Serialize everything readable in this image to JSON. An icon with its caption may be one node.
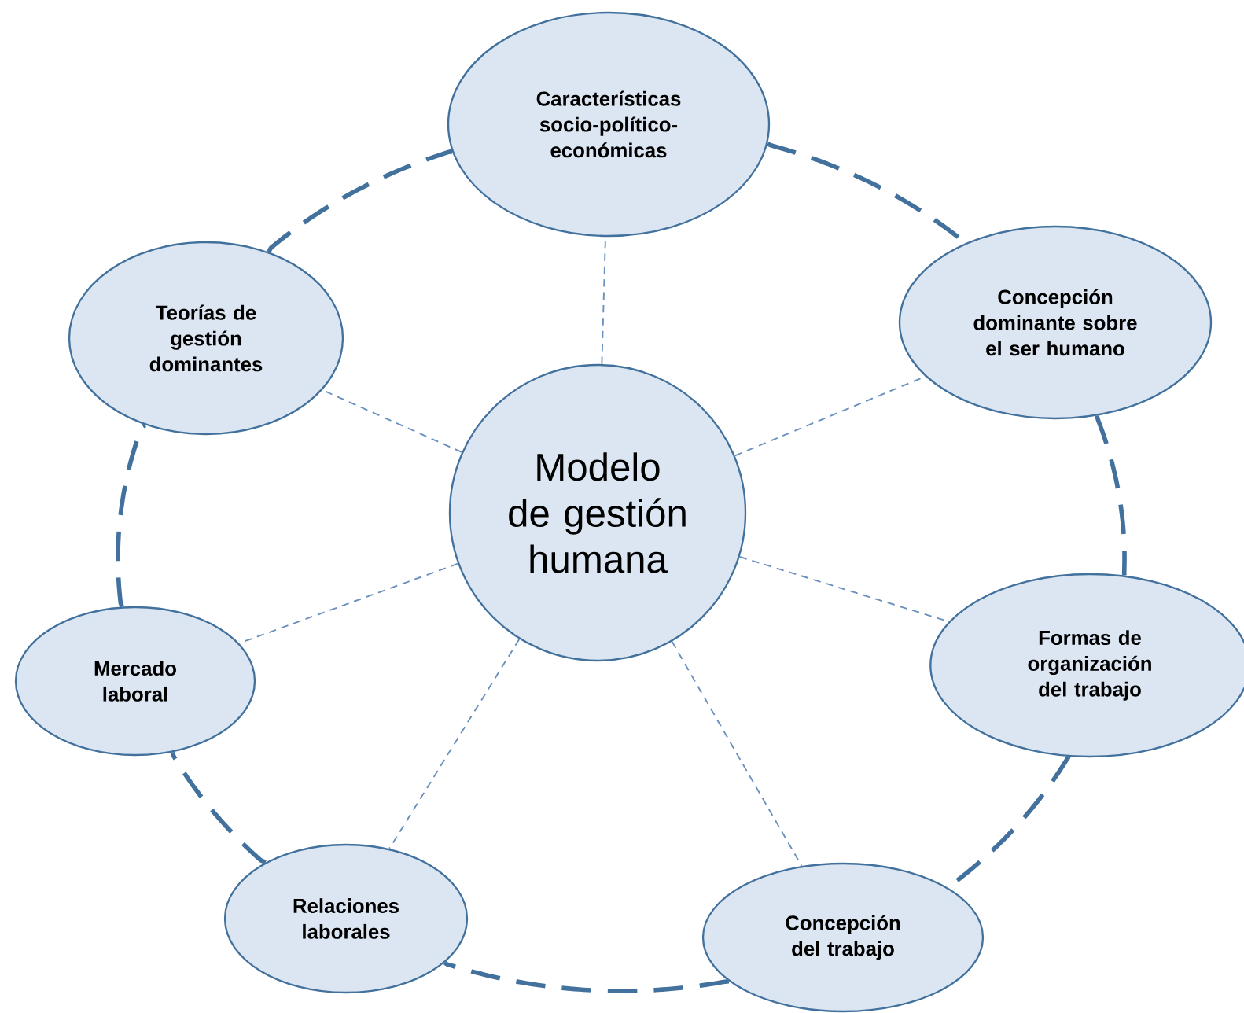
{
  "diagram": {
    "nodes": [
      {
        "text": [
          "Modelo de gestión humana"
        ]
      },
      {
        "text": [
          "Características socio-político-económicas"
        ]
      },
      {
        "text": [
          "Concepción dominante sobre el ser humano"
        ]
      },
      {
        "text": [
          "Formas de organización del trabajo"
        ]
      },
      {
        "text": [
          "Concepción del trabajo"
        ]
      },
      {
        "text": [
          "Relaciones laborales"
        ]
      },
      {
        "text": [
          "Mercado laboral"
        ]
      },
      {
        "text": [
          "Teorías de gestión dominantes"
        ]
      }
    ],
    "edges": [
      {
        "from": 0,
        "to": 1,
        "arrow": "none",
        "style": "dashed",
        "color": "#6a90be"
      },
      {
        "from": 0,
        "to": 2,
        "arrow": "none",
        "style": "dashed",
        "color": "#6a90be"
      },
      {
        "from": 0,
        "to": 3,
        "arrow": "none",
        "style": "dashed",
        "color": "#6a90be"
      },
      {
        "from": 0,
        "to": 4,
        "arrow": "none",
        "style": "dashed",
        "color": "#6a90be"
      },
      {
        "from": 0,
        "to": 5,
        "arrow": "none",
        "style": "dashed",
        "color": "#6a90be"
      },
      {
        "from": 0,
        "to": 6,
        "arrow": "none",
        "style": "dashed",
        "color": "#6a90be"
      },
      {
        "from": 0,
        "to": 7,
        "arrow": "none",
        "style": "dashed",
        "color": "#6a90be"
      },
      {
        "from": 1,
        "to": 2,
        "arrow": "none",
        "style": "dashed"
      },
      {
        "from": 2,
        "to": 3,
        "arrow": "none",
        "style": "dashed"
      },
      {
        "from": 3,
        "to": 4,
        "arrow": "none",
        "style": "dashed"
      },
      {
        "from": 4,
        "to": 5,
        "arrow": "none",
        "style": "dashed"
      },
      {
        "from": 5,
        "to": 6,
        "arrow": "none",
        "style": "dashed"
      },
      {
        "from": 6,
        "to": 7,
        "arrow": "none",
        "style": "dashed"
      },
      {
        "from": 7,
        "to": 1,
        "arrow": "none",
        "style": "dashed"
      }
    ]
  }
}
